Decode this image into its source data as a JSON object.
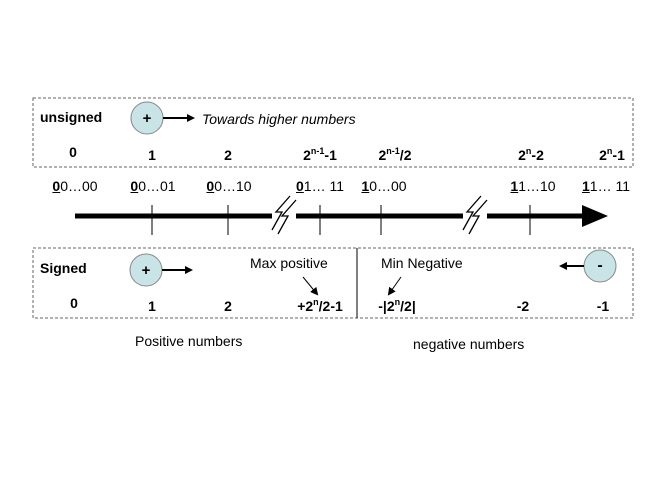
{
  "unsigned_box": {
    "title": "unsigned",
    "plus": "+",
    "direction": "Towards higher numbers",
    "values": {
      "v0": "0",
      "v1": "1",
      "v2": "2",
      "v_half_minus_1": {
        "base": "2",
        "exp": "n-1",
        "rest": "-1"
      },
      "v_half": {
        "base": "2",
        "exp": "n-1",
        "rest": "/2"
      },
      "v_max_minus_1": {
        "base": "2",
        "exp": "n",
        "rest": "-2"
      },
      "v_max": {
        "base": "2",
        "exp": "n",
        "rest": "-1"
      }
    }
  },
  "number_line": {
    "bits": [
      {
        "msb": "0",
        "rest": "0…00"
      },
      {
        "msb": "0",
        "rest": "0…01"
      },
      {
        "msb": "0",
        "rest": "0…10"
      },
      {
        "msb": "0",
        "rest": "1… 11"
      },
      {
        "msb": "1",
        "rest": "0…00"
      },
      {
        "msb": "1",
        "rest": "1…10"
      },
      {
        "msb": "1",
        "rest": "1… 11"
      }
    ]
  },
  "signed_box": {
    "title": "Signed",
    "plus": "+",
    "minus": "-",
    "max_label": "Max positive",
    "min_label": "Min Negative",
    "values": {
      "v0": "0",
      "v1": "1",
      "v2": "2",
      "max_pos": {
        "prefix": "+2",
        "exp": "n",
        "rest": "/2-1"
      },
      "min_neg": {
        "prefix": "-|2",
        "exp": "n",
        "rest": "/2|"
      },
      "vm2": "-2",
      "vm1": "-1"
    }
  },
  "captions": {
    "positive": "Positive numbers",
    "negative": "negative numbers"
  },
  "colors": {
    "circle_fill": "#c8e4e6",
    "line": "#000000",
    "dash": "#666666"
  }
}
